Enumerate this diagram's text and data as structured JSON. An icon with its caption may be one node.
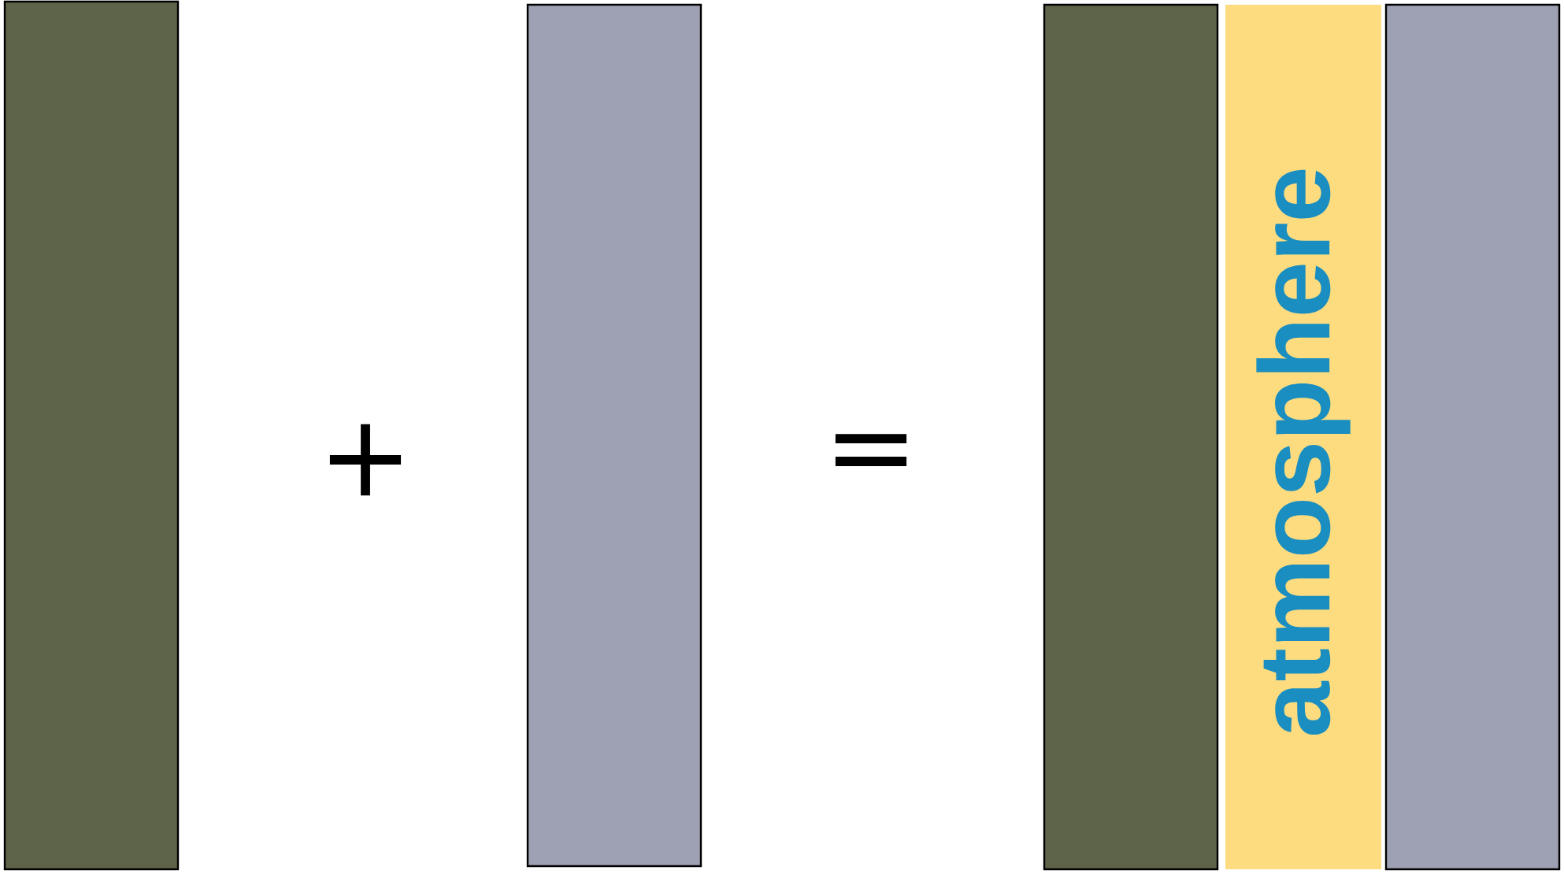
{
  "diagram": {
    "nodes": [
      {
        "text": [],
        "shape": "bar"
      },
      {
        "text": [],
        "shape": "bar"
      },
      {
        "text": [],
        "shape": "bar"
      },
      {
        "text": [
          "atmosphere"
        ]
      },
      {
        "text": [],
        "shape": "bar"
      }
    ],
    "labels": [
      "+",
      "="
    ]
  }
}
